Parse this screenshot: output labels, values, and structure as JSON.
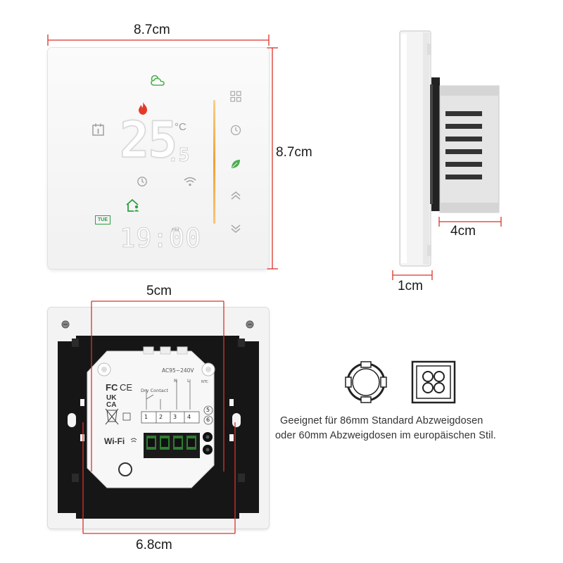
{
  "dimensions": {
    "front_width": "8.7cm",
    "front_height": "8.7cm",
    "side_depth": "4cm",
    "side_panel": "1cm",
    "back_inner": "5cm",
    "back_bottom": "6.8cm"
  },
  "display": {
    "temperature_main": "25",
    "temperature_decimal": ".5",
    "temperature_unit": "°C",
    "time": "19:00",
    "time_suffix": "PM",
    "weekday": "TUE"
  },
  "back_module": {
    "voltage": "AC95~240V",
    "dry_contact": "Dry  Contact",
    "n_label": "N",
    "l_label": "L",
    "ntc_label": "NTC",
    "terminals": [
      "1",
      "2",
      "3",
      "4"
    ],
    "terminals_right": [
      "5",
      "6"
    ],
    "cert_fc": "FC",
    "cert_ce": "CE",
    "cert_ukca_top": "UK",
    "cert_ukca_bottom": "CA",
    "wifi_label": "Wi-Fi"
  },
  "caption": {
    "line1": "Geeignet für 86mm Standard Abzweigdosen",
    "line2": "oder 60mm Abzweigdosen im europäischen Stil."
  },
  "colors": {
    "dimension_line": "#d9342b",
    "panel_black": "#161616",
    "accent_orange": "#f0a030",
    "flame_red": "#e53a2a",
    "eco_green": "#4caf50"
  },
  "icons": [
    "cloud-sun-icon",
    "flame-icon",
    "calendar-icon",
    "clock-icon",
    "wifi-icon",
    "home-person-icon",
    "menu-grid-icon",
    "timer-icon",
    "leaf-icon",
    "chevron-up-icon",
    "chevron-down-icon",
    "round-junction-box-icon",
    "square-junction-box-icon"
  ]
}
